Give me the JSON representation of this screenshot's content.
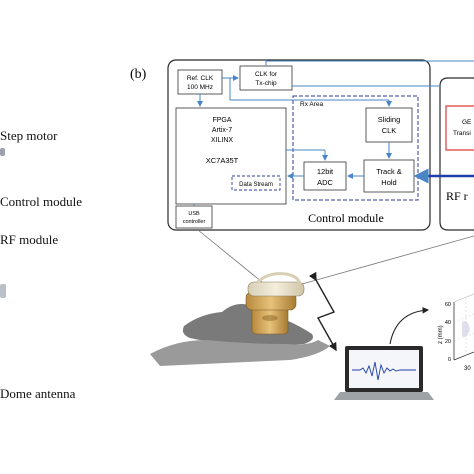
{
  "panel_label": "(b)",
  "left_labels": {
    "step_motor": "Step motor",
    "control_module": "Control module",
    "rf_module": "RF module",
    "dome_antenna": "Dome antenna"
  },
  "blocks": {
    "ref_clk_line1": "Ref. CLK",
    "ref_clk_line2": "100 MHz",
    "clk_tx_line1": "CLK for",
    "clk_tx_line2": "Tx-chip",
    "fpga_line1": "FPGA",
    "fpga_line2": "Artix-7",
    "fpga_line3": "XILINX",
    "fpga_line4": "XC7A35T",
    "data_stream": "Data Stream",
    "usb_line1": "USB",
    "usb_line2": "controller",
    "rx_area": "Rx Area",
    "sliding_clk_line1": "Sliding",
    "sliding_clk_line2": "CLK",
    "track_hold_line1": "Track &",
    "track_hold_line2": "Hold",
    "adc_line1": "12bit",
    "adc_line2": "ADC",
    "control_module_caption": "Control module",
    "rf_partial_line1": "GE",
    "rf_partial_line2": "Transi",
    "rf_module_partial": "RF r"
  },
  "plot3d": {
    "z_axis_label": "z (mm)",
    "z_ticks": [
      "60",
      "40",
      "20",
      "0"
    ],
    "x_tick_partial": "30"
  },
  "colors": {
    "frame": "#2b2b2b",
    "arrow_blue": "#4a86c5",
    "dashed_blue": "#2c3e9c",
    "data_blue": "#1f3fa8",
    "red_box": "#d93a3a"
  }
}
